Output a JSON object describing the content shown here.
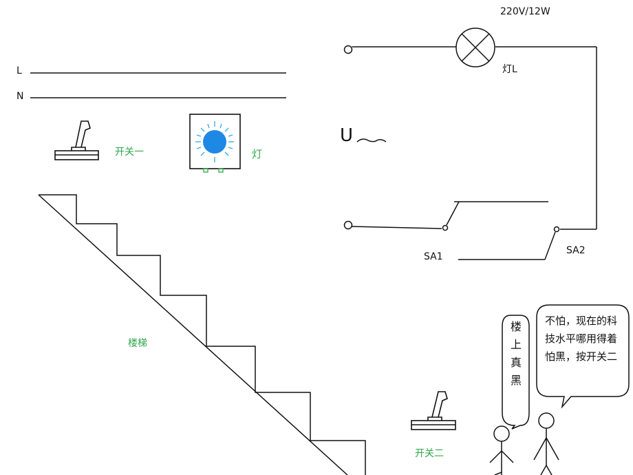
{
  "mains": {
    "l_label": "L",
    "n_label": "N"
  },
  "switch1": {
    "label": "开关一"
  },
  "lamp_icon": {
    "label": "灯"
  },
  "stairs": {
    "label": "楼梯"
  },
  "switch2": {
    "label": "开关二"
  },
  "circuit": {
    "lamp_rating": "220V/12W",
    "lamp_label": "灯L",
    "source_label": "U",
    "sa1_label": "SA1",
    "sa2_label": "SA2"
  },
  "speech": {
    "left": [
      "楼",
      "上",
      "真",
      "黑"
    ],
    "right": [
      "不怕，现在的科",
      "技水平哪用得着",
      "怕黑，按开关二"
    ]
  },
  "colors": {
    "label_green": "#2ea84a",
    "lamp_blue": "#1e88e5",
    "line": "#111111"
  }
}
